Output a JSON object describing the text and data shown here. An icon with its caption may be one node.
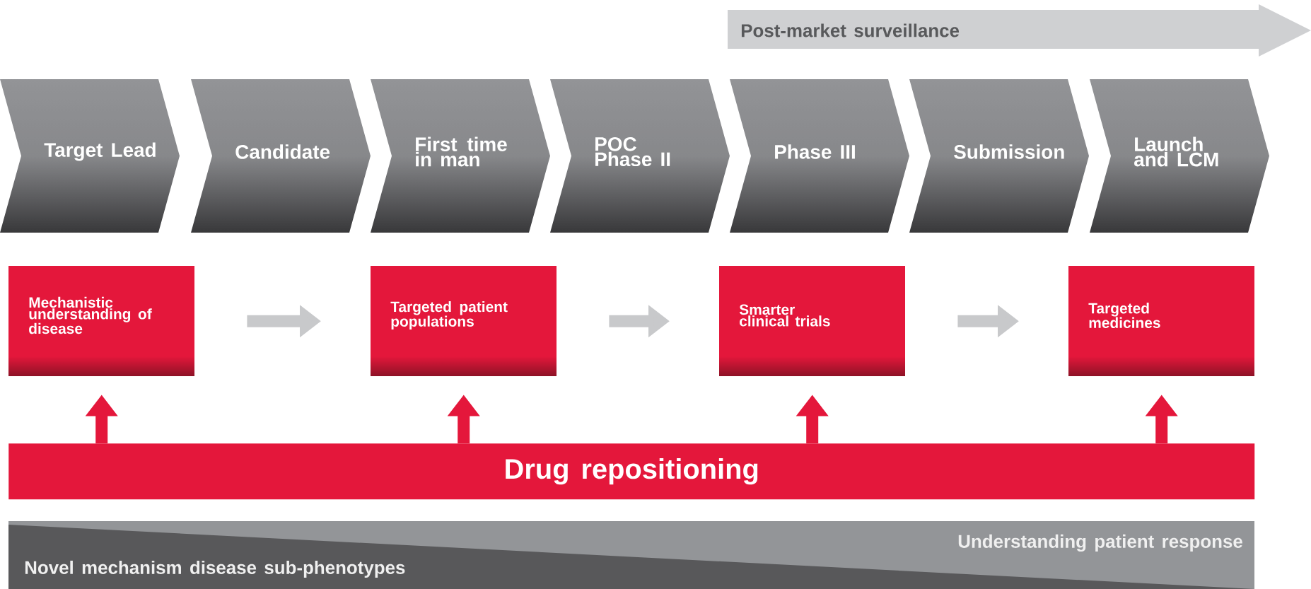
{
  "diagram": {
    "nodes": [
      {
        "text": [
          "Post-market surveillance"
        ]
      },
      {
        "text": [
          "Target Lead"
        ]
      },
      {
        "text": [
          "Candidate"
        ]
      },
      {
        "text": [
          "First time in man"
        ]
      },
      {
        "text": [
          "POC Phase II"
        ]
      },
      {
        "text": [
          "Phase III"
        ]
      },
      {
        "text": [
          "Submission"
        ]
      },
      {
        "text": [
          "Launch and LCM"
        ]
      },
      {
        "text": [
          "Mechanistic understanding of disease"
        ]
      },
      {
        "text": [
          "Targeted patient populations"
        ]
      },
      {
        "text": [
          "Smarter clinical trials"
        ]
      },
      {
        "text": [
          "Targeted medicines"
        ]
      },
      {
        "text": [
          "Drug repositioning"
        ]
      },
      {
        "text": [
          "Understanding patient response",
          "Novel mechanism disease sub-phenotypes"
        ]
      }
    ],
    "edges": [
      {
        "from": 8,
        "to": 9,
        "arrow": "to",
        "color": "#c8c9cb"
      },
      {
        "from": 9,
        "to": 10,
        "arrow": "to",
        "color": "#c8c9cb"
      },
      {
        "from": 10,
        "to": 11,
        "arrow": "to",
        "color": "#c8c9cb"
      },
      {
        "from": 12,
        "to": 8,
        "arrow": "to"
      },
      {
        "from": 12,
        "to": 9,
        "arrow": "to"
      },
      {
        "from": 12,
        "to": 10,
        "arrow": "to"
      },
      {
        "from": 12,
        "to": 11,
        "arrow": "to"
      }
    ]
  }
}
